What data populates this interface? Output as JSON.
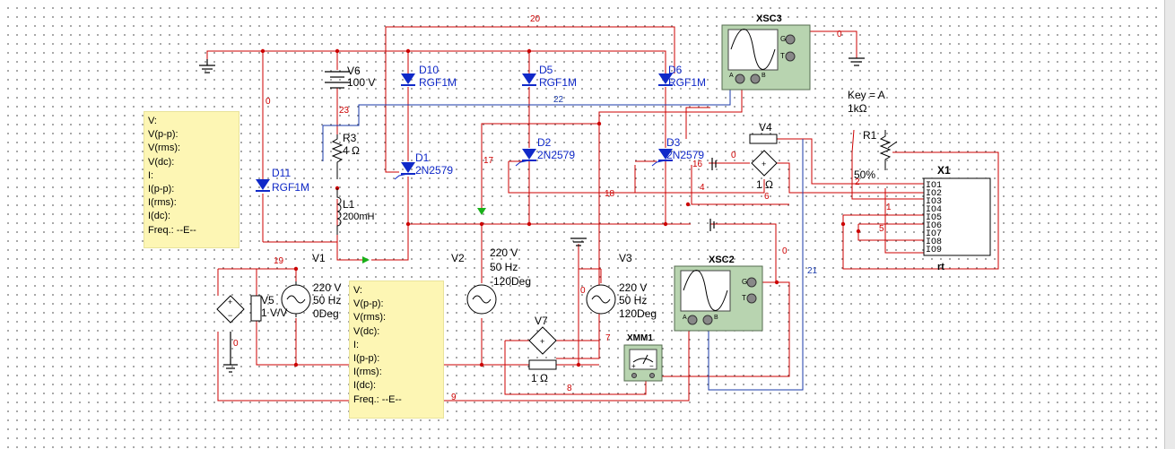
{
  "colors": {
    "wire": "#cc0000",
    "wire_blue": "#1a3aaa",
    "component": "#000000",
    "diode": "#1029c8",
    "instrument_green": "#b8d4b0",
    "probe_bg": "#fdf6b4"
  },
  "probe_left": {
    "lines": [
      "V:",
      "V(p-p):",
      "V(rms):",
      "V(dc):",
      "I:",
      "I(p-p):",
      "I(rms):",
      "I(dc):",
      "Freq.: --E--"
    ]
  },
  "probe_bottom": {
    "lines": [
      "V:",
      "V(p-p):",
      "V(rms):",
      "V(dc):",
      "I:",
      "I(p-p):",
      "I(rms):",
      "I(dc):",
      "Freq.: --E--"
    ]
  },
  "components": {
    "v6": {
      "name": "V6",
      "value": "100 V"
    },
    "r3": {
      "name": "R3",
      "value": "4 Ω"
    },
    "l1": {
      "name": "L1",
      "value": "200mH"
    },
    "d11": {
      "name": "D11",
      "model": "RGF1M"
    },
    "d10": {
      "name": "D10",
      "model": "RGF1M"
    },
    "d5": {
      "name": "D5",
      "model": "RGF1M"
    },
    "d6": {
      "name": "D6",
      "model": "RGF1M"
    },
    "d1": {
      "name": "D1",
      "model": "2N2579"
    },
    "d2": {
      "name": "D2",
      "model": "2N2579"
    },
    "d3": {
      "name": "D3",
      "model": "2N2579"
    },
    "v1": {
      "name": "V1",
      "voltage": "220 V",
      "freq": "50 Hz",
      "phase": "0Deg"
    },
    "v2": {
      "name": "V2",
      "voltage": "220 V",
      "freq": "50 Hz",
      "phase": "-120Deg"
    },
    "v3": {
      "name": "V3",
      "voltage": "220 V",
      "freq": "50 Hz",
      "phase": "120Deg"
    },
    "v5": {
      "name": "V5",
      "value": "1 V/V"
    },
    "v4": {
      "name": "V4",
      "value": "1 Ω"
    },
    "v7": {
      "name": "V7",
      "value": "1 Ω"
    },
    "r1": {
      "name": "R1",
      "key": "Key = A",
      "value": "1kΩ",
      "percent": "50%"
    },
    "x1": {
      "name": "X1",
      "pins": [
        "IO1",
        "IO2",
        "IO3",
        "IO4",
        "IO5",
        "IO6",
        "IO7",
        "IO8",
        "IO9"
      ],
      "footer": "rt"
    },
    "xsc3": {
      "name": "XSC3",
      "pin_g": "G",
      "pin_t": "T",
      "pin_a": "A",
      "pin_b": "B"
    },
    "xsc2": {
      "name": "XSC2",
      "pin_g": "G",
      "pin_t": "T",
      "pin_a": "A",
      "pin_b": "B"
    },
    "xmm1": {
      "name": "XMM1",
      "plus": "+",
      "minus": "−"
    },
    "v5_plus": "+",
    "v5_minus": "−",
    "v7_plus": "+",
    "v4_plus": "+"
  },
  "nets": [
    "20",
    "0",
    "23",
    "22",
    "17",
    "18",
    "16",
    "0",
    "4",
    "6",
    "2",
    "1",
    "5",
    "0",
    "19",
    "0",
    "0",
    "7",
    "8",
    "9",
    "21",
    "0"
  ]
}
